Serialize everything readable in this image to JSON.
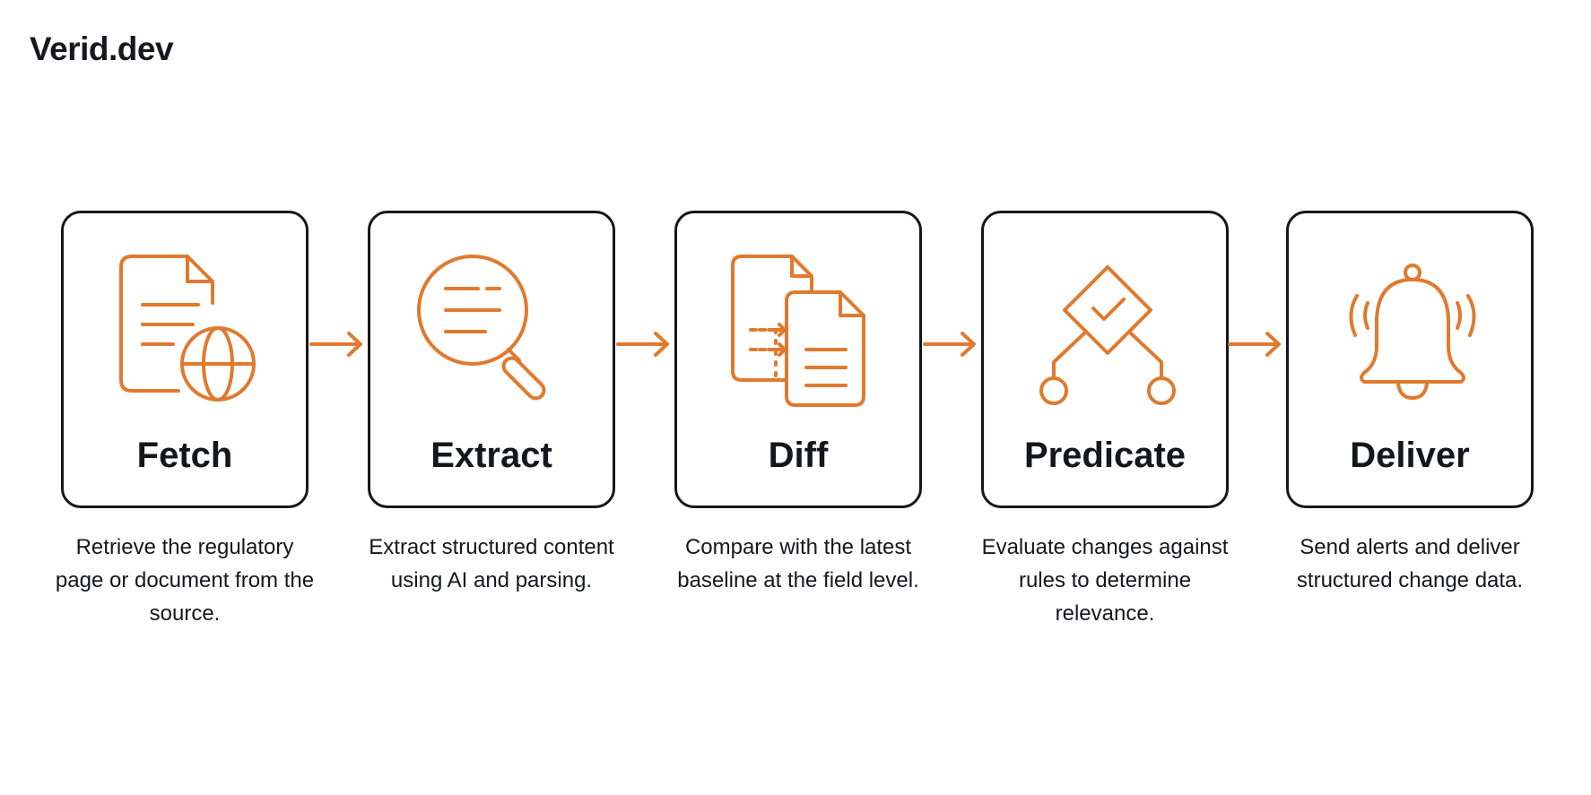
{
  "brand": "Verid.dev",
  "accent_color": "#E07A2E",
  "steps": [
    {
      "title": "Fetch",
      "icon": "document-globe-icon",
      "description": "Retrieve the regulatory page or document from the source."
    },
    {
      "title": "Extract",
      "icon": "magnifier-text-icon",
      "description": "Extract structured content using AI and parsing."
    },
    {
      "title": "Diff",
      "icon": "document-compare-icon",
      "description": "Compare with the latest baseline at the field level."
    },
    {
      "title": "Predicate",
      "icon": "decision-branch-icon",
      "description": "Evaluate changes against rules to determine relevance."
    },
    {
      "title": "Deliver",
      "icon": "bell-alert-icon",
      "description": "Send alerts and deliver structured change data."
    }
  ]
}
